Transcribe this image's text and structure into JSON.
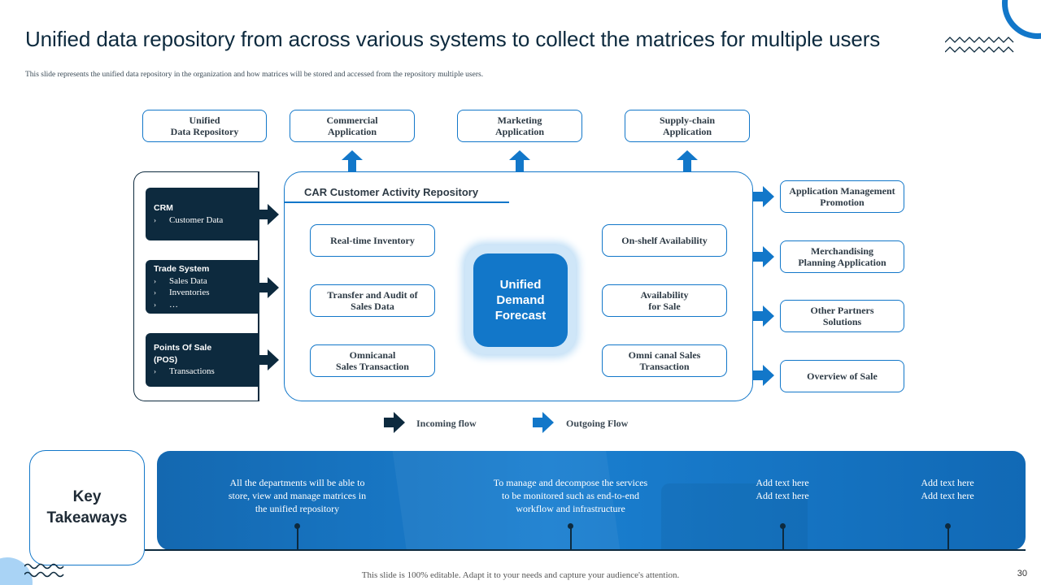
{
  "title": "Unified data repository from across various systems to collect the matrices for multiple users",
  "subtitle": "This slide represents the unified data repository in the organization and how matrices will be stored and accessed from the repository multiple users.",
  "top_boxes": [
    "Unified\nData Repository",
    "Commercial\nApplication",
    "Marketing\nApplication",
    "Supply-chain\nApplication"
  ],
  "sources": [
    {
      "heading": "CRM",
      "items": [
        "Customer Data"
      ]
    },
    {
      "heading": "Trade System",
      "items": [
        "Sales Data",
        "Inventories",
        "…"
      ]
    },
    {
      "heading": "Points Of Sale\n(POS)",
      "items": [
        "Transactions"
      ]
    }
  ],
  "bullet_glyph": "›",
  "repository": {
    "title": "CAR Customer Activity Repository",
    "left_items": [
      "Real-time Inventory",
      "Transfer and Audit of\nSales Data",
      "Omnicanal\nSales Transaction"
    ],
    "center": "Unified\nDemand\nForecast",
    "right_items": [
      "On-shelf Availability",
      "Availability\nfor Sale",
      "Omni canal Sales\nTransaction"
    ]
  },
  "outputs": [
    "Application Management\nPromotion",
    "Merchandising\nPlanning Application",
    "Other Partners\nSolutions",
    "Overview of Sale"
  ],
  "legend": {
    "incoming": "Incoming  flow",
    "outgoing": "Outgoing Flow"
  },
  "key_takeaways": {
    "label": "Key\nTakeaways",
    "items": [
      "All the departments will  be able to\nstore, view and manage  matrices  in\nthe unified repository",
      "To manage and decompose the services\nto be monitored such as end-to-end\nworkflow  and infrastructure",
      "Add text here\nAdd text here",
      "Add text here\nAdd text here"
    ]
  },
  "footer": "This slide is 100% editable. Adapt it to your needs and capture your audience's attention.",
  "page_number": "30",
  "colors": {
    "primary_blue": "#1277c9",
    "dark_navy": "#0d2a3e",
    "light_blue": "#a9d3f5"
  },
  "icons": {
    "incoming": "dark-right-arrow-icon",
    "outgoing": "blue-right-arrow-icon",
    "upward": "blue-up-arrow-icon"
  }
}
